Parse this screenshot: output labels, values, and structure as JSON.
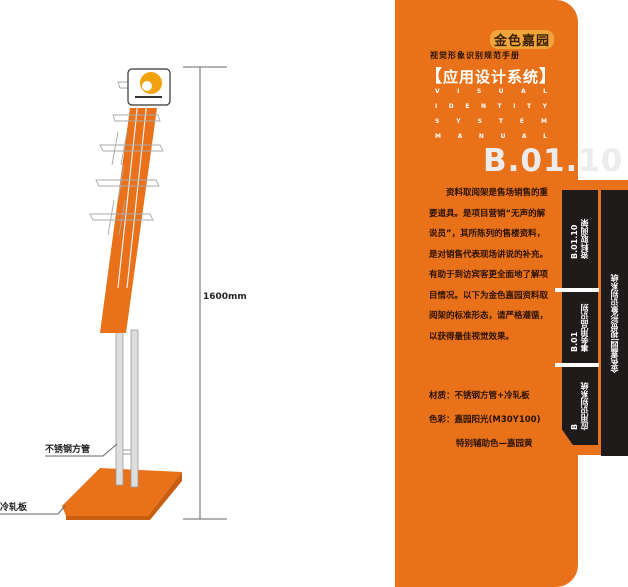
{
  "drawing": {
    "dimension_label": "1600mm",
    "callout_tube": "不锈钢方管",
    "callout_plate": "冷轧板",
    "colors": {
      "stand_orange": "#e8711a",
      "steel": "#c8c8c8"
    }
  },
  "panel": {
    "brand": "金色嘉园",
    "manual_title": "视觉形象识别规范手册",
    "section_title_open": "【",
    "section_title": "应用设计系统",
    "section_title_close": "】",
    "english_rows": [
      [
        "V",
        "I",
        "S",
        "U",
        "A",
        "L"
      ],
      [
        "I",
        "D",
        "E",
        "N",
        "T",
        "I",
        "T",
        "Y"
      ],
      [
        "S",
        "Y",
        "S",
        "T",
        "E",
        "M"
      ],
      [
        "M",
        "A",
        "N",
        "U",
        "A",
        "L"
      ]
    ],
    "code": "B.01.10",
    "description": "资料取阅架是售场销售的重要道具。是项目营销“无声的解说员”，其所陈列的售楼资料，是对销售代表现场讲说的补充。有助于到访宾客更全面地了解项目情况。以下为金色嘉园资料取阅架的标准形态，请严格遵循，以获得最佳视觉效果。",
    "material": "材质：不锈钢方管+冷轧板",
    "color": "色彩：嘉园阳光(M30Y100)",
    "color_extra": "特别辅助色—嘉园黄",
    "colors": {
      "accent": "#e8711a",
      "tab_bg": "#1e1b1a"
    }
  },
  "tabs": [
    {
      "code": "B.01.10",
      "label": "资料取阅架"
    },
    {
      "code": "B.01",
      "label": "事务用品识别"
    },
    {
      "code": "B",
      "label": "应用识别系统"
    }
  ],
  "side_label": "金色嘉园|视觉形象识别系统"
}
